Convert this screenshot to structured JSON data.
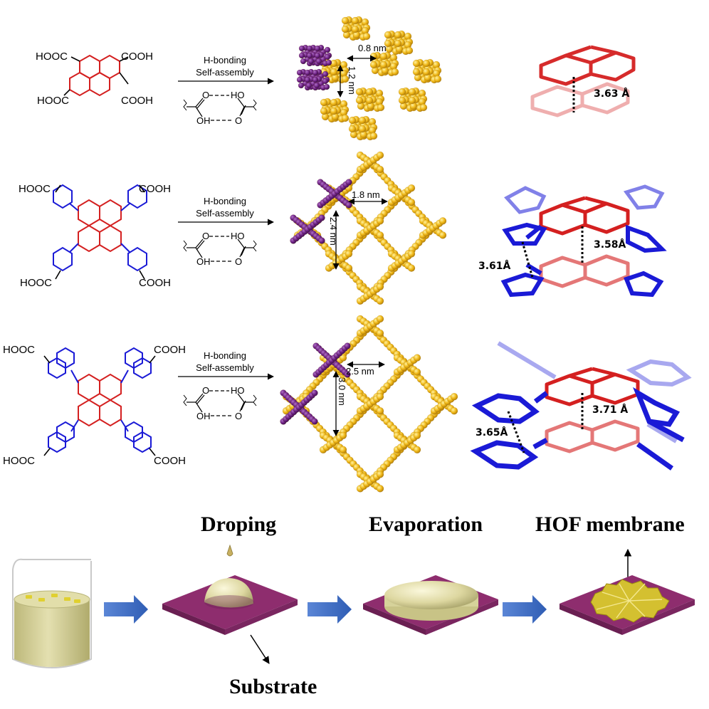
{
  "rows": [
    {
      "id": "ptca",
      "groups": [
        "HOOC",
        "COOH",
        "HOOC",
        "COOH"
      ],
      "arrow_top": "H-bonding",
      "arrow_bottom": "Self-assembly",
      "pore_width": "0.8 nm",
      "pore_height": "1.2 nm",
      "stacking_distances": [
        "3.63 Å"
      ]
    },
    {
      "id": "tbapy",
      "groups": [
        "HOOC",
        "COOH",
        "HOOC",
        "COOH"
      ],
      "arrow_top": "H-bonding",
      "arrow_bottom": "Self-assembly",
      "pore_width": "1.8 nm",
      "pore_height": "2.4 nm",
      "stacking_distances": [
        "3.58Å",
        "3.61Å"
      ]
    },
    {
      "id": "naphthyl",
      "groups": [
        "HOOC",
        "COOH",
        "HOOC",
        "COOH"
      ],
      "arrow_top": "H-bonding",
      "arrow_bottom": "Self-assembly",
      "pore_width": "2.5 nm",
      "pore_height": "3.0 nm",
      "stacking_distances": [
        "3.71 Å",
        "3.65Å"
      ]
    }
  ],
  "dimer_atoms": {
    "o": "O",
    "ho": "HO",
    "oh": "OH"
  },
  "process": {
    "droping": "Droping",
    "evaporation": "Evaporation",
    "membrane": "HOF membrane",
    "substrate": "Substrate"
  },
  "colors": {
    "pyrene": "#d42020",
    "linker": "#1a1ad6",
    "framework": "#f0b818",
    "highlight": "#7a2a8c",
    "substrate": "#8e2d6e",
    "solution": "#d8d49a",
    "membrane": "#d4c030",
    "process_arrow": "#3f6dc0"
  }
}
